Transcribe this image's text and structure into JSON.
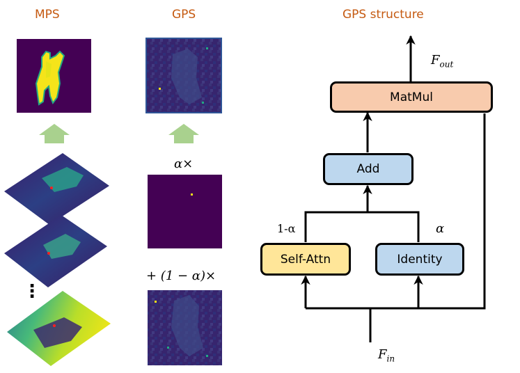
{
  "columns": {
    "mps_title": "MPS",
    "gps_title": "GPS",
    "structure_title": "GPS structure"
  },
  "gps_column": {
    "alpha_times": "α×",
    "one_minus_alpha_times": "+ (1 − α)×"
  },
  "structure": {
    "matmul_label": "MatMul",
    "add_label": "Add",
    "self_attn_label": "Self-Attn",
    "identity_label": "Identity",
    "f_out": "F",
    "f_out_sub": "out",
    "f_in": "F",
    "f_in_sub": "in",
    "weight_left": "1-α",
    "weight_right": "α"
  },
  "mps_column": {
    "ellipsis": "⋮"
  },
  "colors": {
    "title_orange": "#c55a11",
    "matmul_fill": "#f8cbad",
    "add_fill": "#bdd7ee",
    "self_attn_fill": "#ffe699",
    "identity_fill": "#bdd7ee",
    "green_arrow": "#a9d18e",
    "viridis_dark": "#440154"
  }
}
